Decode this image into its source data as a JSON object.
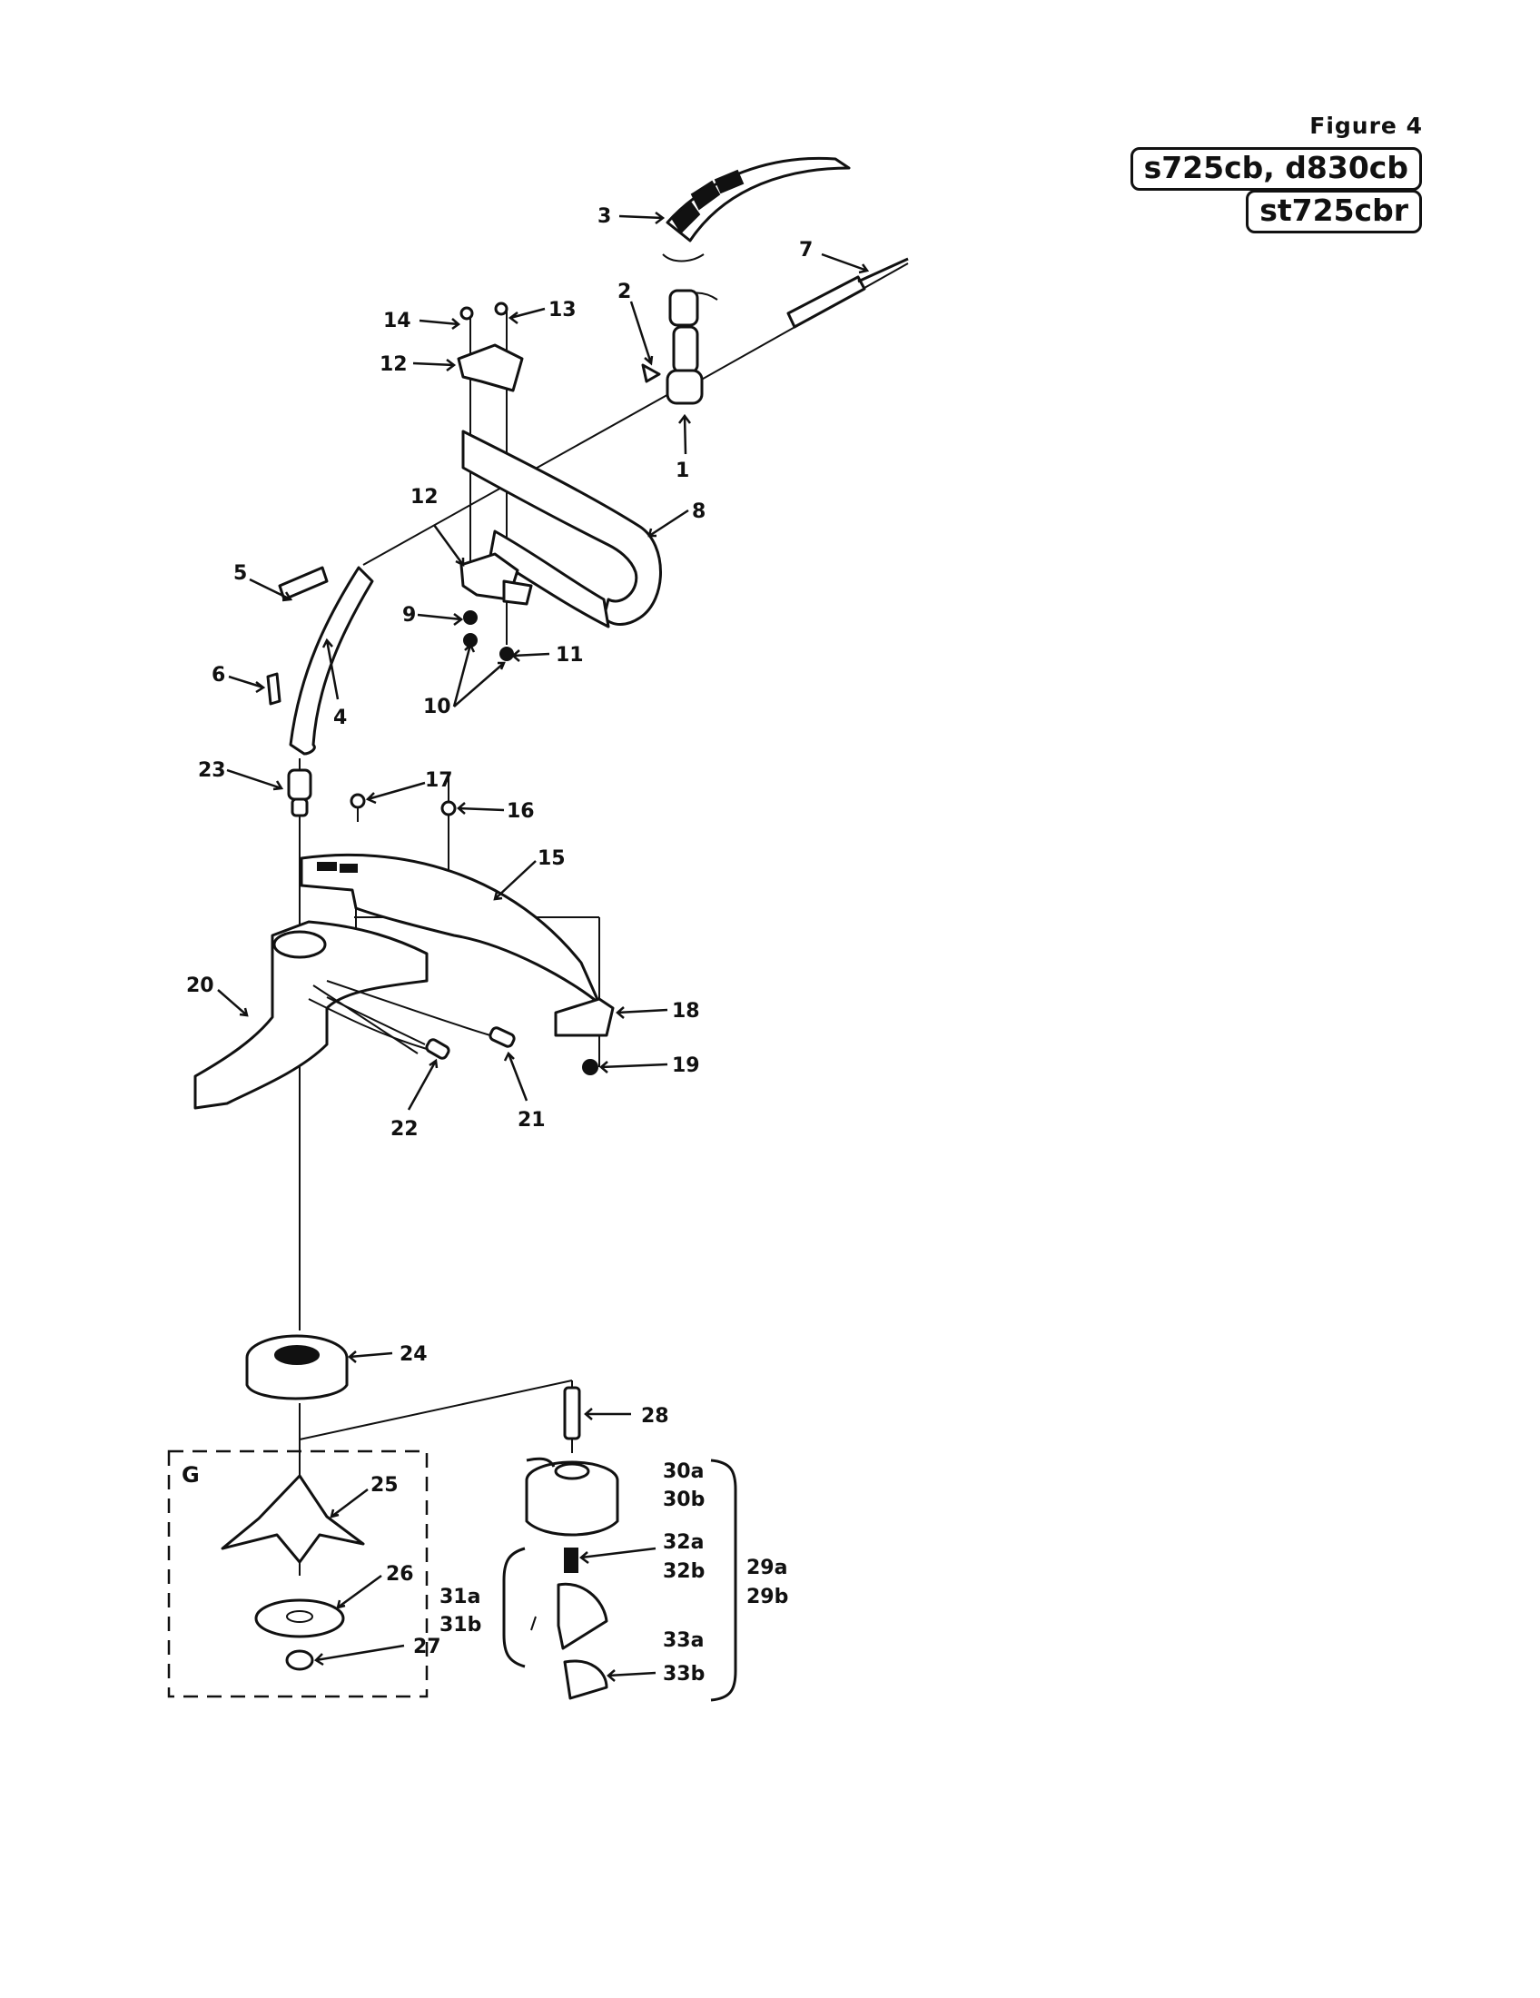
{
  "header": {
    "figure_label": "Figure 4",
    "models_line1": "s725cb, d830cb",
    "models_line2": "st725cbr"
  },
  "diagram": {
    "group_label": "G",
    "callouts": {
      "c1": "1",
      "c2": "2",
      "c3": "3",
      "c4": "4",
      "c5": "5",
      "c6": "6",
      "c7": "7",
      "c8": "8",
      "c9": "9",
      "c10": "10",
      "c11": "11",
      "c12a": "12",
      "c12b": "12",
      "c13": "13",
      "c14": "14",
      "c15": "15",
      "c16": "16",
      "c17": "17",
      "c18": "18",
      "c19": "19",
      "c20": "20",
      "c21": "21",
      "c22": "22",
      "c23": "23",
      "c24": "24",
      "c25": "25",
      "c26": "26",
      "c27": "27",
      "c28": "28",
      "c29a": "29a",
      "c29b": "29b",
      "c30a": "30a",
      "c30b": "30b",
      "c31a": "31a",
      "c31b": "31b",
      "c32a": "32a",
      "c32b": "32b",
      "c33a": "33a",
      "c33b": "33b"
    }
  }
}
